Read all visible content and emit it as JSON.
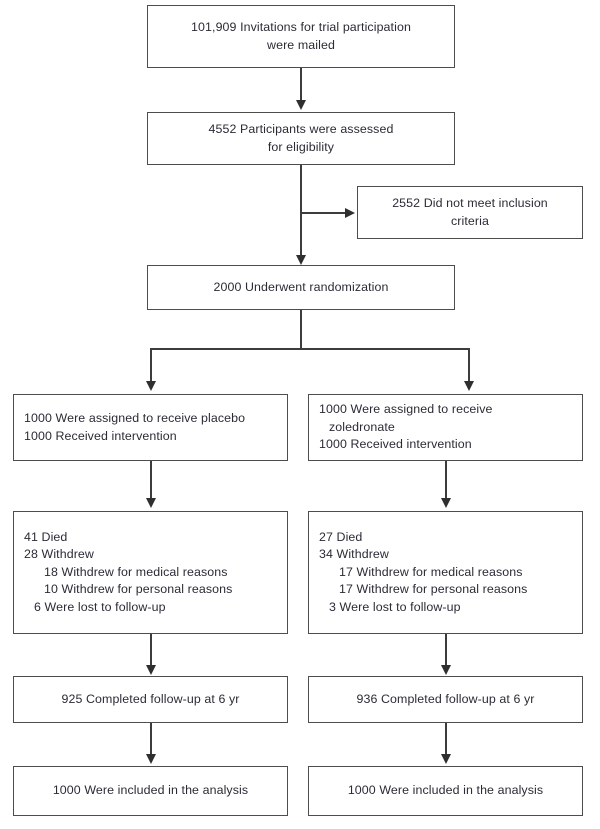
{
  "diagram": {
    "type": "flowchart",
    "title": "CONSORT participant flow diagram",
    "colors": {
      "box_border": "#4d4d4d",
      "connector": "#3c3c3c",
      "text": "#2b2b36",
      "background": "#ffffff"
    },
    "nodes": {
      "invitations": {
        "line1": "101,909 Invitations for trial participation",
        "line2": "were mailed"
      },
      "assessed": {
        "line1": "4552 Participants were assessed",
        "line2": "for eligibility"
      },
      "excluded": {
        "line1": "2552 Did not meet inclusion",
        "line2": "criteria"
      },
      "randomized": {
        "line1": "2000 Underwent randomization"
      },
      "placebo_assigned": {
        "line1": "1000 Were assigned to receive placebo",
        "line2": "1000 Received intervention"
      },
      "zoledronate_assigned": {
        "line1": "1000 Were assigned to receive",
        "line2": "zoledronate",
        "line3": "1000 Received intervention"
      },
      "placebo_losses": {
        "line1": "41 Died",
        "line2": "28 Withdrew",
        "line3": "18 Withdrew for medical reasons",
        "line4": "10 Withdrew for personal reasons",
        "line5": "6 Were lost to follow-up"
      },
      "zoledronate_losses": {
        "line1": "27 Died",
        "line2": "34 Withdrew",
        "line3": "17 Withdrew for medical reasons",
        "line4": "17 Withdrew for personal reasons",
        "line5": "3 Were lost to follow-up"
      },
      "placebo_completed": {
        "line1": "925 Completed follow-up at 6 yr"
      },
      "zoledronate_completed": {
        "line1": "936 Completed follow-up at 6 yr"
      },
      "placebo_analyzed": {
        "line1": "1000 Were included in the analysis"
      },
      "zoledronate_analyzed": {
        "line1": "1000 Were included in the analysis"
      }
    }
  }
}
